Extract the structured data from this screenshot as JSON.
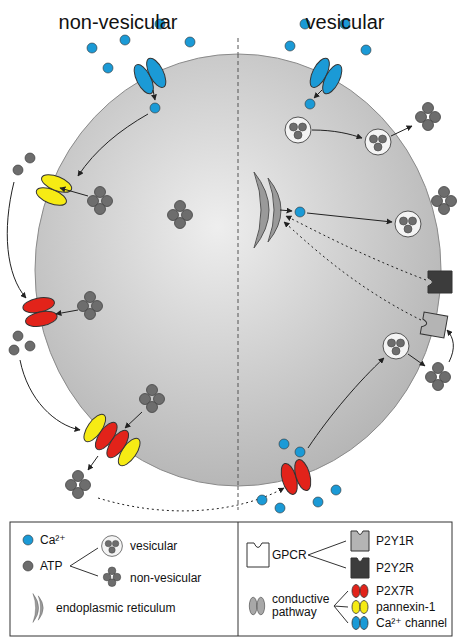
{
  "diagram": {
    "labels": [
      "non-vesicular",
      "vesicular"
    ],
    "legend": [
      {
        "text": "Ca²⁺",
        "color": "#1b9ad6"
      },
      {
        "text": "ATP",
        "color": "#6d6d6d"
      },
      {
        "text": "vesicular"
      },
      {
        "text": "non-vesicular"
      },
      {
        "text": "endoplasmic reticulum"
      },
      {
        "text": "GPCR"
      },
      {
        "text": "P2Y1R",
        "color": "#b4b4b4"
      },
      {
        "text": "P2Y2R",
        "color": "#3c3c3c"
      },
      {
        "text": "conductive pathway"
      },
      {
        "text": "P2X7R",
        "color": "#e2231a"
      },
      {
        "text": "pannexin-1",
        "color": "#f6eb14"
      },
      {
        "text": "Ca²⁺ channel",
        "color": "#1b9ad6"
      }
    ]
  }
}
